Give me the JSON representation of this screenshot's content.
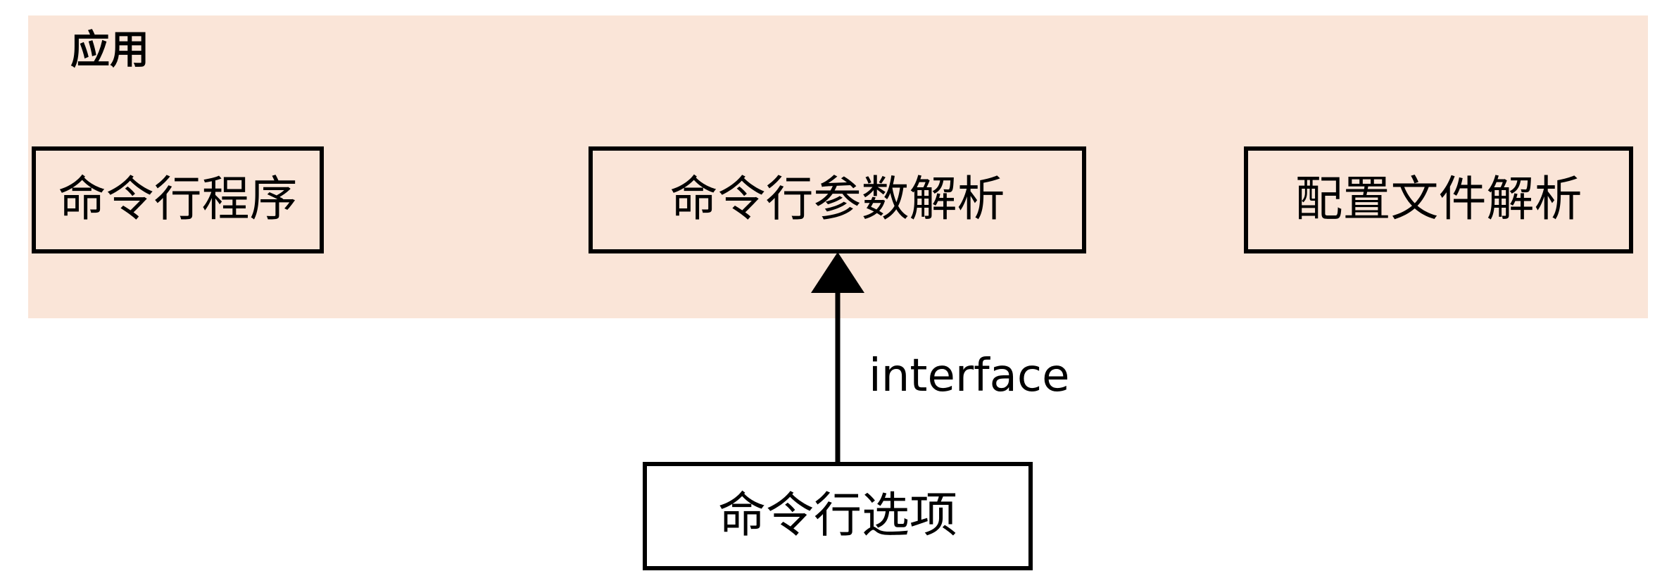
{
  "diagram": {
    "background_color": "#ffffff",
    "group": {
      "title": "应用",
      "fill_color": "#fae5d8"
    },
    "nodes": [
      {
        "id": "cli-program",
        "label": "命令行程序",
        "fill_color": "transparent"
      },
      {
        "id": "arg-parse",
        "label": "命令行参数解析",
        "fill_color": "transparent"
      },
      {
        "id": "config-parse",
        "label": "配置文件解析",
        "fill_color": "transparent"
      },
      {
        "id": "cli-options",
        "label": "命令行选项",
        "fill_color": "#ffffff"
      }
    ],
    "edges": [
      {
        "id": "cli-options-to-arg-parse",
        "from": "cli-options",
        "to": "arg-parse",
        "label": "interface",
        "arrow": "filled-triangle",
        "stroke_color": "#000000"
      }
    ]
  }
}
